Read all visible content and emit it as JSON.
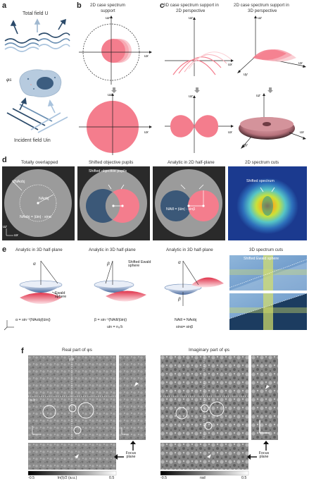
{
  "figure": {
    "panel_letters": [
      "a",
      "b",
      "c",
      "d",
      "e",
      "f"
    ],
    "a": {
      "total_field": "Total field U",
      "phi": "φs",
      "incident_field": "Incident field Uin"
    },
    "b": {
      "title_line1": "2D case spectrum",
      "title_line2": "support",
      "ax_u": "uz",
      "ax_x": "ux"
    },
    "c": {
      "title1_line1": "3D case spectrum support in",
      "title1_line2": "2D perspective",
      "title2_line1": "2D case spectrum support in",
      "title2_line2": "3D perspective",
      "uz": "uz",
      "ux": "ux",
      "uy": "uy"
    },
    "d": {
      "titles": [
        "Totally overlapped",
        "Shifted objective pupils",
        "Analytic in 2D half-plane",
        "2D spectrum cuts"
      ],
      "label_2na": "2NAobj",
      "label_na": "NAobj",
      "eq1": "NAobj = |ūin| · sinα",
      "eq2": "NAill = |ūin| · sinβ",
      "shifted_spectrum": "Shifted spectrum",
      "uz": "uz",
      "ux": "ux"
    },
    "e": {
      "titles": [
        "Analytic in 3D half-plane",
        "Analytic in 3D half-plane",
        "Analytic in 3D half-plane",
        "3D spectrum cuts"
      ],
      "alpha": "α",
      "beta": "β",
      "ewald": "Ewald sphere",
      "shifted_ewald": "Shifted Ewald sphere",
      "eq_alpha": "α = sin⁻¹(NAobj/|ūin|)",
      "eq_beta": "β = sin⁻¹(NAill/|ūin|)",
      "eq_uin": "uin = n₀/λ",
      "eq_na": "NAill = NAobj",
      "eq_sin": "sinα= sinβ",
      "shifted_ewald_sphere": "Shifted Ewald sphere",
      "uz": "uz",
      "ux": "ux",
      "uy": "uy"
    },
    "f": {
      "title_real": "Real part of φs",
      "title_imag": "Imaginary part of φs",
      "focus_plane": "Focus plane",
      "cbar1": {
        "min": "-0.5",
        "label": "ln(I)/2 (a.u.)",
        "max": "0.5"
      },
      "cbar2": {
        "min": "-0.5",
        "label": "rad",
        "max": "0.5"
      },
      "yz": "y-z",
      "xz": "x-z",
      "x": "x",
      "y": "y",
      "z": "z"
    }
  },
  "colors": {
    "pink": "#f47d8d",
    "blue": "#3b5878",
    "gray": "#9b9b9b",
    "dark": "#2a2a2a"
  }
}
